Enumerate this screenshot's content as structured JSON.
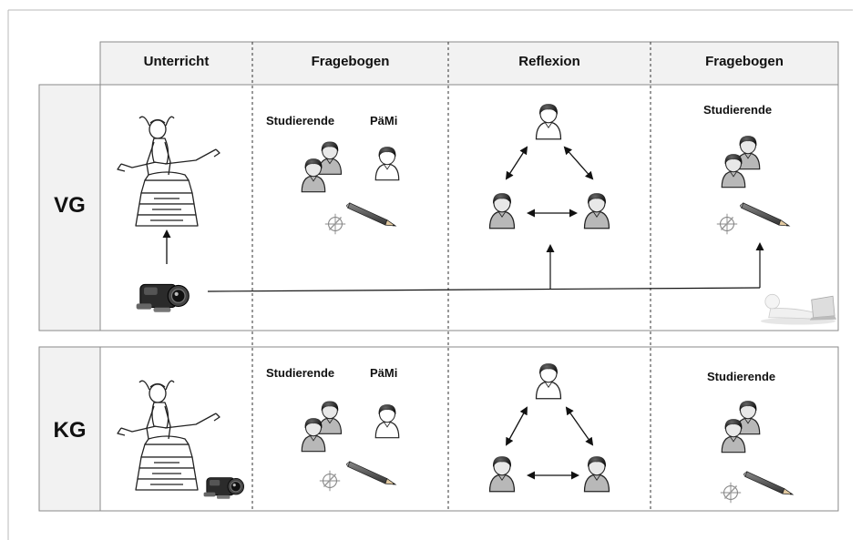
{
  "columns": [
    "Unterricht",
    "Fragebogen",
    "Reflexion",
    "Fragebogen"
  ],
  "rows": [
    "VG",
    "KG"
  ],
  "labels": {
    "studierende": "Studierende",
    "paemi": "PäMi"
  },
  "icons": {
    "gymnast": "gymnast-on-vaulting-box-icon",
    "camera": "video-camera-icon",
    "person": "person-icon",
    "pencil": "pencil-icon",
    "crosshair": "crosshair-checkmark-icon",
    "laptop": "person-with-laptop-icon",
    "arrow": "arrow-icon"
  },
  "colors": {
    "border": "#8a8a8a",
    "header_bg": "#f2f2f2",
    "person_head": "#1a1a1a",
    "person_body_back": "#b8b8b8"
  }
}
